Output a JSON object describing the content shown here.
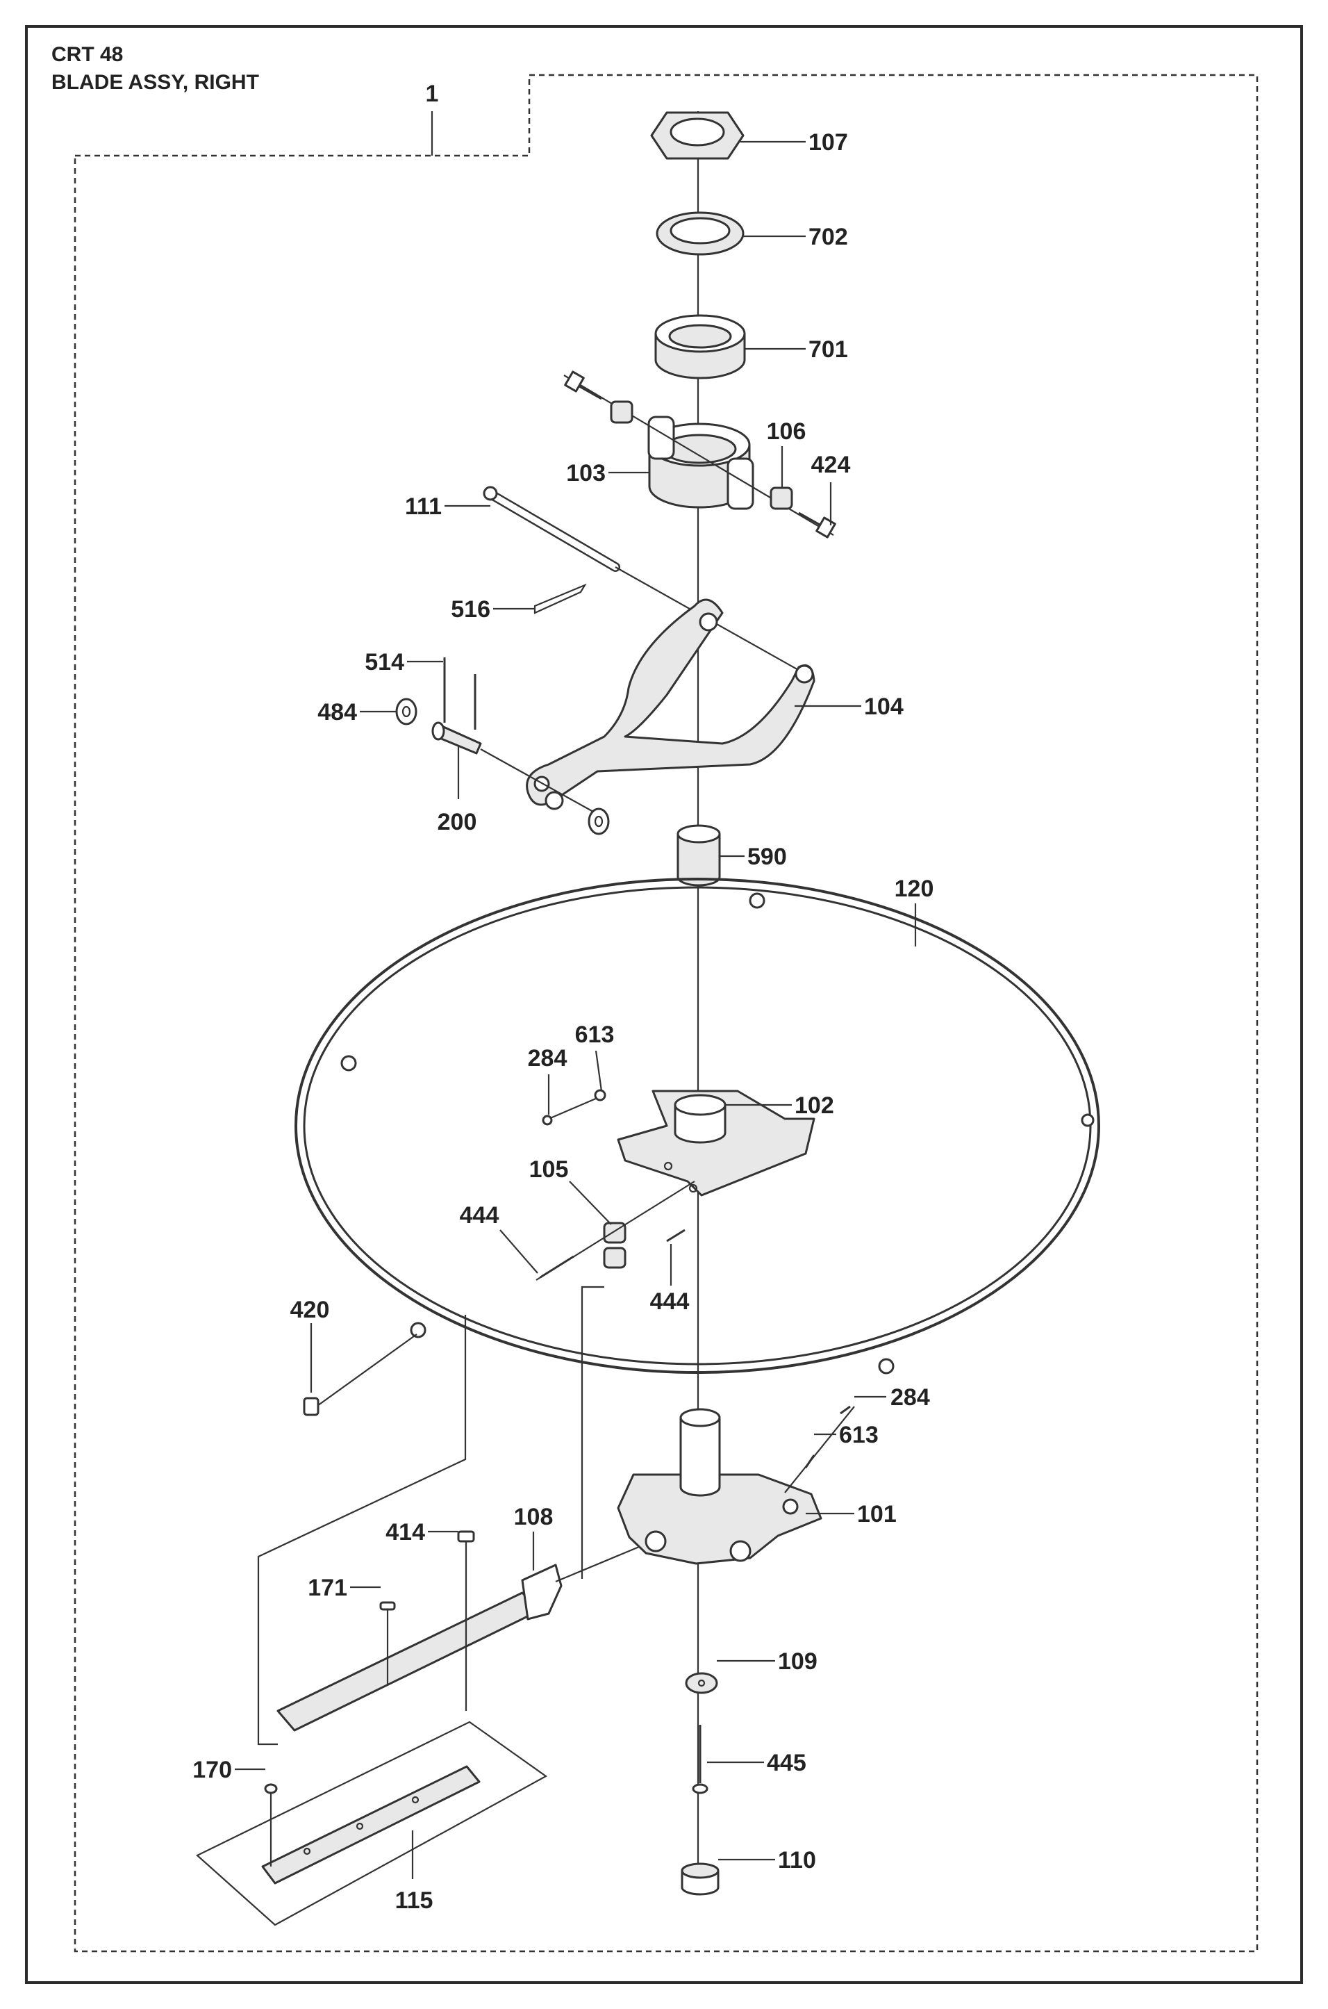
{
  "header": {
    "model": "CRT 48",
    "assembly": "BLADE ASSY, RIGHT"
  },
  "labels": {
    "p1": "1",
    "p107": "107",
    "p702": "702",
    "p701": "701",
    "p106": "106",
    "p424": "424",
    "p103": "103",
    "p111": "111",
    "p516": "516",
    "p514": "514",
    "p484": "484",
    "p104": "104",
    "p200": "200",
    "p590": "590",
    "p120": "120",
    "p613a": "613",
    "p284a": "284",
    "p102": "102",
    "p105": "105",
    "p444a": "444",
    "p444b": "444",
    "p420": "420",
    "p284b": "284",
    "p613b": "613",
    "p101": "101",
    "p414": "414",
    "p108": "108",
    "p171": "171",
    "p109": "109",
    "p445": "445",
    "p170": "170",
    "p115": "115",
    "p110": "110"
  }
}
